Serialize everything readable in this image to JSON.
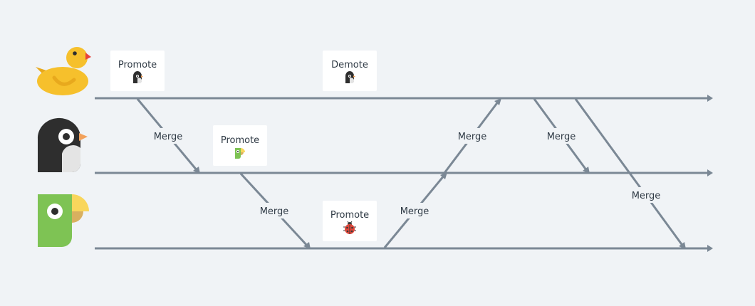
{
  "lanes": [
    {
      "id": "duck",
      "icon": "duck-icon"
    },
    {
      "id": "penguin",
      "icon": "penguin-icon"
    },
    {
      "id": "parrot",
      "icon": "parrot-icon"
    }
  ],
  "cards": [
    {
      "label": "Promote",
      "icon": "penguin-icon"
    },
    {
      "label": "Demote",
      "icon": "penguin-icon"
    },
    {
      "label": "Promote",
      "icon": "parrot-icon"
    },
    {
      "label": "Promote",
      "icon": "ladybug-icon"
    }
  ],
  "merges": [
    {
      "label": "Merge",
      "from": "duck",
      "to": "penguin"
    },
    {
      "label": "Merge",
      "from": "penguin",
      "to": "parrot"
    },
    {
      "label": "Merge",
      "from": "parrot",
      "to": "penguin"
    },
    {
      "label": "Merge",
      "from": "penguin",
      "to": "duck"
    },
    {
      "label": "Merge",
      "from": "duck",
      "to": "penguin"
    },
    {
      "label": "Merge",
      "from": "duck",
      "to": "parrot"
    }
  ],
  "colors": {
    "background": "#f0f3f6",
    "line": "#7b8895",
    "duck": "#f6c02c",
    "penguin": "#2e2e2e",
    "parrot": "#7ec354"
  }
}
